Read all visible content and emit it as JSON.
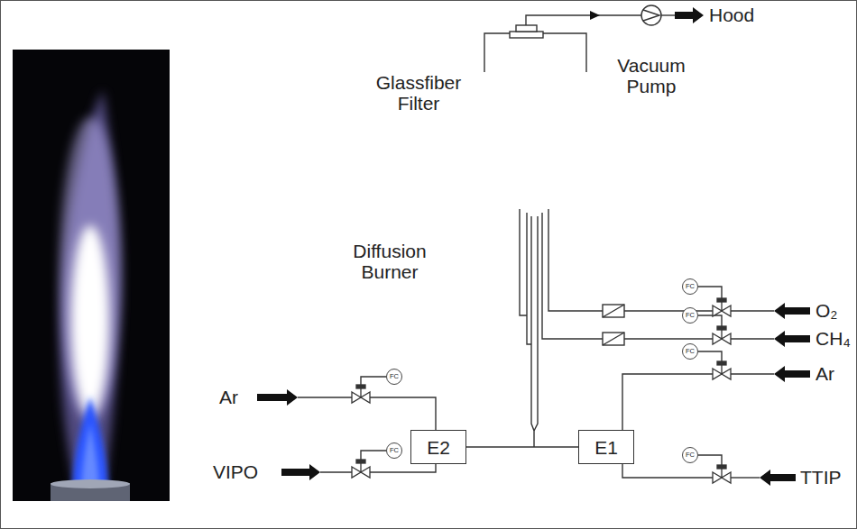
{
  "diagram": {
    "nodes": [
      {
        "text": [
          "FC"
        ]
      },
      {
        "text": [
          "FC"
        ]
      },
      {
        "text": [
          "FC"
        ]
      },
      {
        "text": [
          "FC"
        ]
      },
      {
        "text": [
          "E2"
        ]
      },
      {
        "text": [
          "E1"
        ]
      },
      {
        "text": [
          "FC"
        ]
      },
      {
        "text": [
          "FC"
        ]
      }
    ],
    "edges": [
      {
        "from": 4,
        "to": 5,
        "arrow": "none"
      }
    ],
    "labels": [
      "Hood",
      "Glassfiber Filter",
      "Vacuum Pump",
      "Diffusion Burner",
      "O₂",
      "CH₄",
      "Ar",
      "Ar",
      "VIPO",
      "TTIP"
    ]
  }
}
